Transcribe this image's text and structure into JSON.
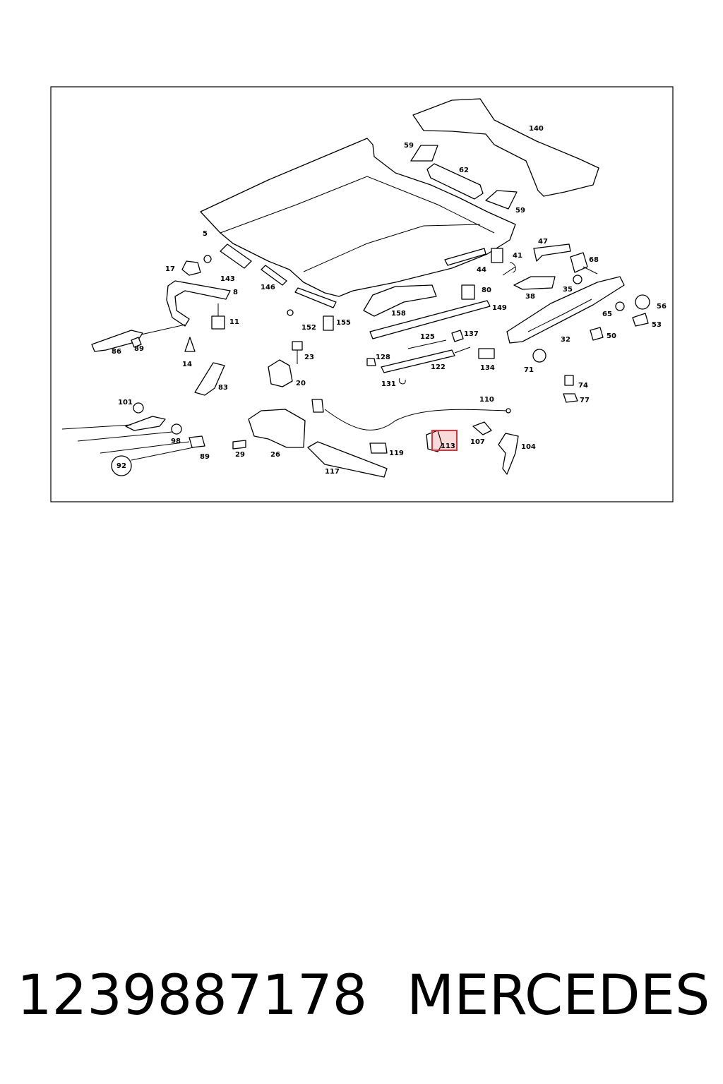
{
  "diagram": {
    "labels": [
      "140",
      "59",
      "62",
      "59",
      "5",
      "47",
      "41",
      "68",
      "44",
      "17",
      "143",
      "146",
      "8",
      "80",
      "149",
      "38",
      "35",
      "65",
      "56",
      "158",
      "11",
      "152",
      "155",
      "53",
      "50",
      "86",
      "89",
      "125",
      "137",
      "32",
      "14",
      "23",
      "128",
      "122",
      "134",
      "71",
      "83",
      "20",
      "131",
      "74",
      "77",
      "110",
      "101",
      "98",
      "107",
      "104",
      "113",
      "119",
      "92",
      "89",
      "29",
      "26",
      "117"
    ],
    "highlighted_part": "113",
    "highlight_color": "#e0303a"
  },
  "caption": {
    "part_number": "1239887178",
    "brand": "MERCEDES"
  }
}
